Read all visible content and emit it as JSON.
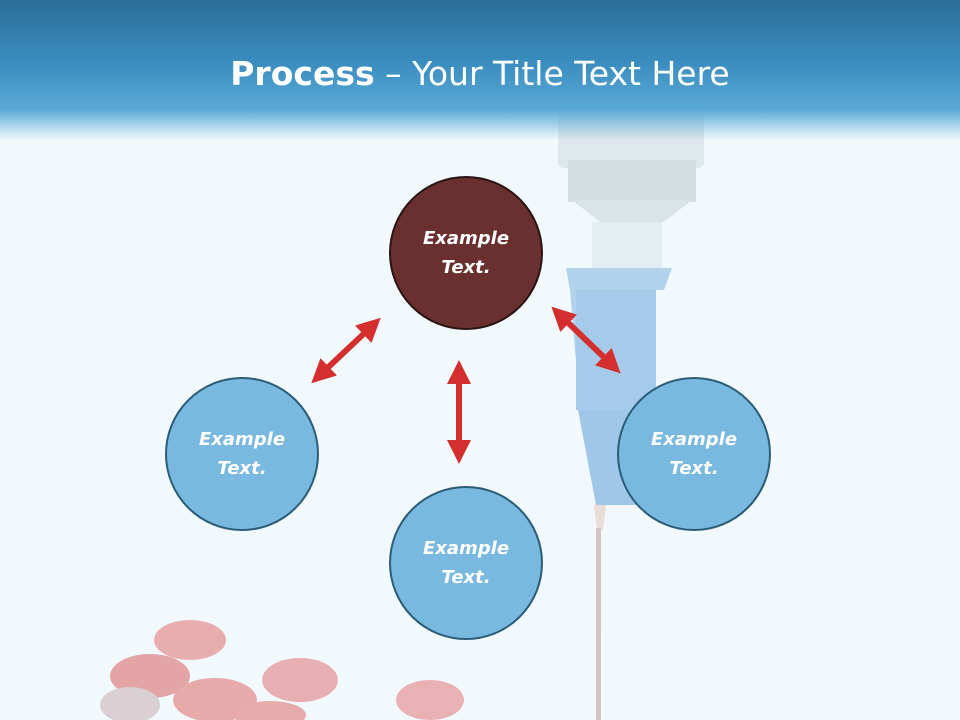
{
  "title": {
    "bold": "Process",
    "rest": " – Your Title Text Here"
  },
  "circles": {
    "top": "Example Text.",
    "left": "Example Text.",
    "bottom": "Example Text.",
    "right": "Example Text."
  },
  "colors": {
    "header": "#3a8dbf",
    "dark_circle": "#6a3030",
    "light_circle": "#79b9df",
    "arrow": "#d32f2f"
  }
}
